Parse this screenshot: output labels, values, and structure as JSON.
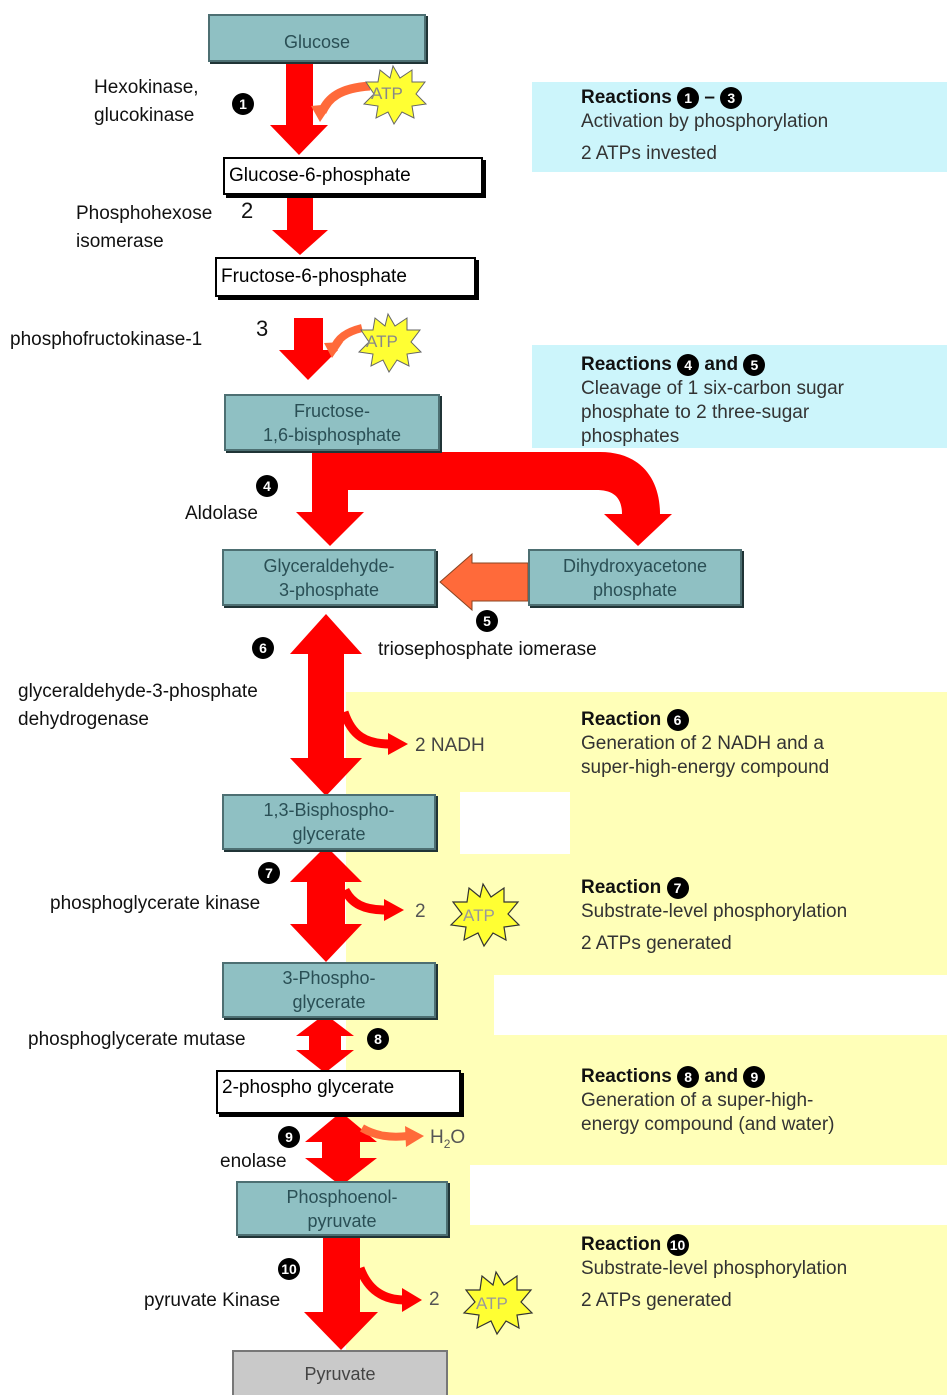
{
  "molecules": {
    "glucose": "Glucose",
    "g6p": "Glucose-6-phosphate",
    "f6p": "Fructose-6-phosphate",
    "f16bp": [
      "Fructose-",
      "1,6-bisphosphate"
    ],
    "g3p": [
      "Glyceraldehyde-",
      "3-phosphate"
    ],
    "dhap": [
      "Dihydroxyacetone",
      "phosphate"
    ],
    "bpg13": [
      "1,3-Bisphospho-",
      "glycerate"
    ],
    "pg3": [
      "3-Phospho-",
      "glycerate"
    ],
    "pg2": "2-phospho glycerate",
    "pep": [
      "Phosphoenol-",
      "pyruvate"
    ],
    "pyruvate": "Pyruvate"
  },
  "enzymes": {
    "hexokinase": [
      "Hexokinase,",
      "glucokinase"
    ],
    "phi": [
      "Phosphohexose",
      "isomerase"
    ],
    "pfk": "phosphofructokinase-1",
    "aldolase": "Aldolase",
    "tpi": "triosephosphate iomerase",
    "gapdh": [
      "glyceraldehyde-3-phosphate",
      "dehydrogenase"
    ],
    "pgk": "phosphoglycerate kinase",
    "pgm": "phosphoglycerate mutase",
    "enolase": "enolase",
    "pk": "pyruvate Kinase"
  },
  "steps": [
    "1",
    "2",
    "3",
    "4",
    "5",
    "6",
    "7",
    "8",
    "9",
    "10"
  ],
  "products": {
    "atp": "ATP",
    "two": "2",
    "nadh": "2 NADH",
    "h2o_h": "H",
    "h2o_sub": "2",
    "h2o_o": "O"
  },
  "notes": {
    "r1_3": {
      "title": "Reactions",
      "dash": "–",
      "lines": [
        "Activation by phosphorylation",
        "2 ATPs invested"
      ]
    },
    "r4_5": {
      "title": "Reactions",
      "and": "and",
      "lines": [
        "Cleavage of 1 six-carbon sugar",
        "phosphate to 2 three-sugar",
        "phosphates"
      ]
    },
    "r6": {
      "title": "Reaction",
      "lines": [
        "Generation of 2 NADH and a",
        "super-high-energy compound"
      ]
    },
    "r7": {
      "title": "Reaction",
      "lines": [
        "Substrate-level phosphorylation",
        "2 ATPs generated"
      ]
    },
    "r8_9": {
      "title": "Reactions",
      "and": "and",
      "lines": [
        "Generation of a super-high-",
        "energy compound (and water)"
      ]
    },
    "r10": {
      "title": "Reaction",
      "lines": [
        "Substrate-level phosphorylation",
        "2 ATPs generated"
      ]
    }
  },
  "colors": {
    "arrow_red": "#ff0000",
    "arrow_orange": "#ff6a3a",
    "panel_blue": "#ccf5fb",
    "panel_yellow": "#ffffb8",
    "box_teal": "#8fc0c3",
    "atp_star": "#ffff33"
  }
}
